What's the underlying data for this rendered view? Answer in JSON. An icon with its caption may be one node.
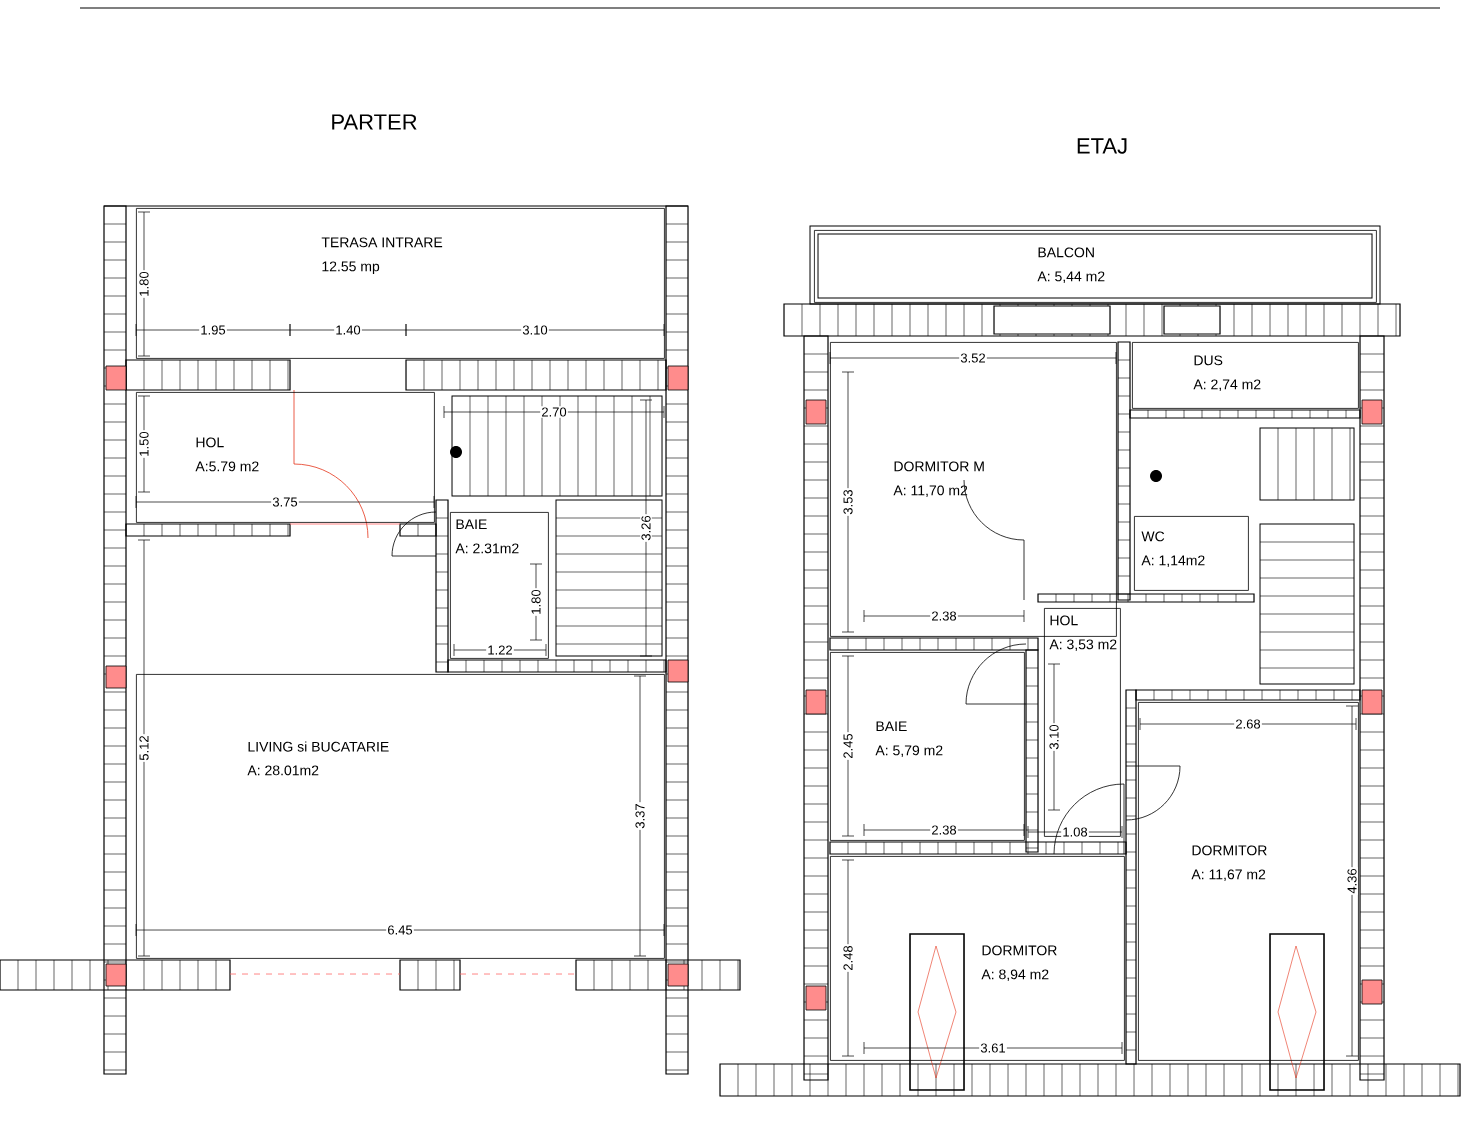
{
  "diagram": {
    "nodes": [
      {
        "text": [
          "TERASA INTRARE",
          "12.55 mp"
        ]
      },
      {
        "text": [
          "HOL",
          "A:5.79 m2"
        ]
      },
      {
        "text": [
          "BAIE",
          "A: 2.31m2"
        ]
      },
      {
        "text": [
          "LIVING si BUCATARIE",
          "A: 28.01m2"
        ]
      },
      {
        "text": [
          "BALCON",
          "A: 5,44 m2"
        ]
      },
      {
        "text": [
          "DORMITOR  M",
          "A: 11,70 m2"
        ]
      },
      {
        "text": [
          "DUS",
          "A: 2,74 m2"
        ]
      },
      {
        "text": [
          "WC",
          "A: 1,14m2"
        ]
      },
      {
        "text": [
          "HOL",
          "A: 3,53 m2"
        ]
      },
      {
        "text": [
          "BAIE",
          "A: 5,79 m2"
        ]
      },
      {
        "text": [
          "DORMITOR",
          "A: 11,67 m2"
        ]
      },
      {
        "text": [
          "DORMITOR",
          "A: 8,94 m2"
        ]
      }
    ],
    "labels": [
      "PARTER",
      "ETAJ",
      "1.80",
      "1.95",
      "1.40",
      "3.10",
      "2.70",
      "1.50",
      "3.75",
      "3.26",
      "1.80",
      "1.22",
      "5.12",
      "3.37",
      "6.45",
      "3.52",
      "3.53",
      "2.38",
      "2.45",
      "3.10",
      "2.68",
      "2.38",
      "1.08",
      "4.36",
      "2.48",
      "3.61"
    ]
  }
}
